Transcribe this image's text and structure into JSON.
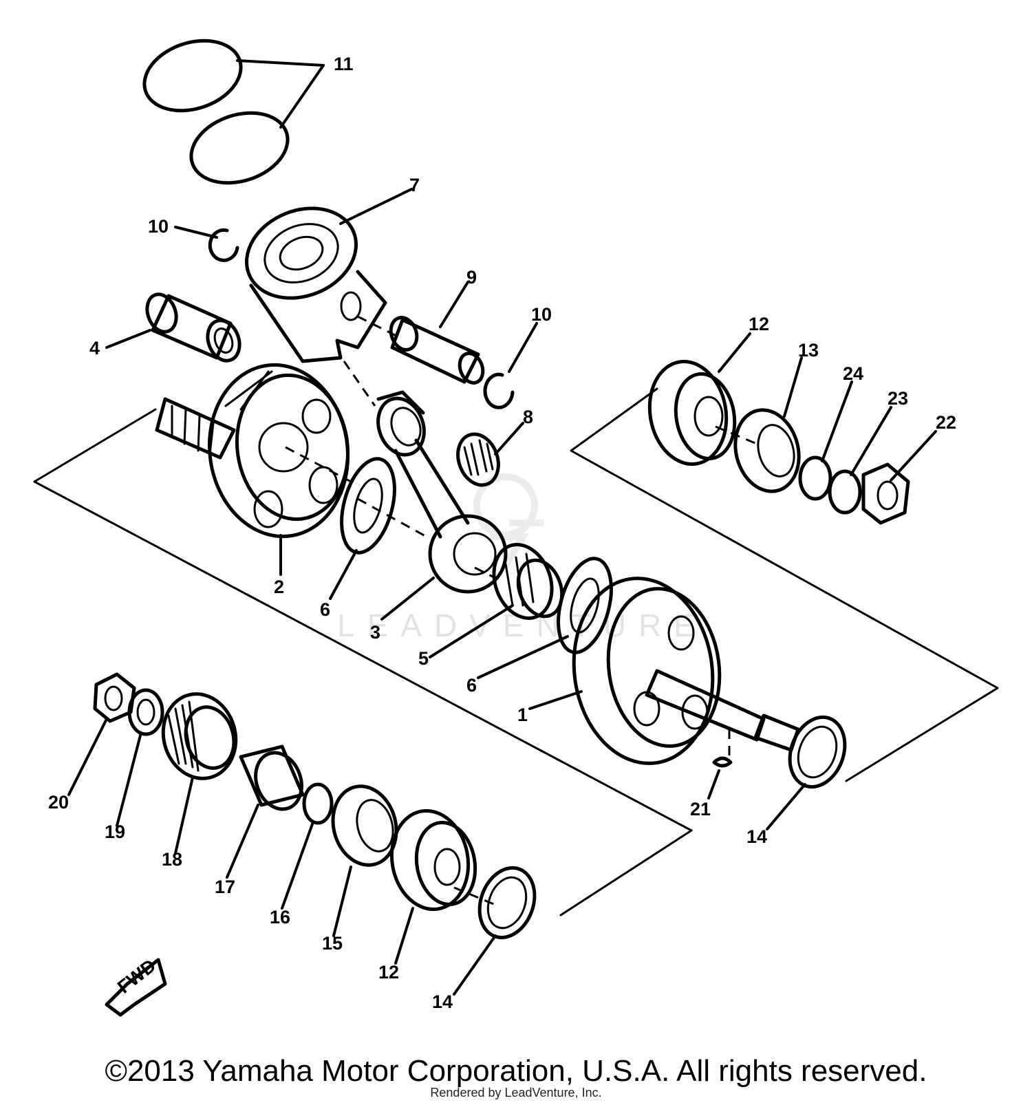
{
  "diagram": {
    "labels": [
      {
        "id": "n11",
        "text": "11"
      },
      {
        "id": "n7",
        "text": "7"
      },
      {
        "id": "n10a",
        "text": "10"
      },
      {
        "id": "n9",
        "text": "9"
      },
      {
        "id": "n10b",
        "text": "10"
      },
      {
        "id": "n4",
        "text": "4"
      },
      {
        "id": "n8",
        "text": "8"
      },
      {
        "id": "n12a",
        "text": "12"
      },
      {
        "id": "n13",
        "text": "13"
      },
      {
        "id": "n24",
        "text": "24"
      },
      {
        "id": "n23",
        "text": "23"
      },
      {
        "id": "n22",
        "text": "22"
      },
      {
        "id": "n2",
        "text": "2"
      },
      {
        "id": "n6a",
        "text": "6"
      },
      {
        "id": "n3",
        "text": "3"
      },
      {
        "id": "n5",
        "text": "5"
      },
      {
        "id": "n6b",
        "text": "6"
      },
      {
        "id": "n1",
        "text": "1"
      },
      {
        "id": "n21",
        "text": "21"
      },
      {
        "id": "n14a",
        "text": "14"
      },
      {
        "id": "n20",
        "text": "20"
      },
      {
        "id": "n19",
        "text": "19"
      },
      {
        "id": "n18",
        "text": "18"
      },
      {
        "id": "n17",
        "text": "17"
      },
      {
        "id": "n16",
        "text": "16"
      },
      {
        "id": "n15",
        "text": "15"
      },
      {
        "id": "n12b",
        "text": "12"
      },
      {
        "id": "n14b",
        "text": "14"
      }
    ],
    "fwd_label": "FWD",
    "watermark": "LEADVENTURE"
  },
  "footer": {
    "copyright": "©2013 Yamaha Motor Corporation, U.S.A. All rights reserved.",
    "rendered_by": "Rendered by LeadVenture, Inc."
  }
}
